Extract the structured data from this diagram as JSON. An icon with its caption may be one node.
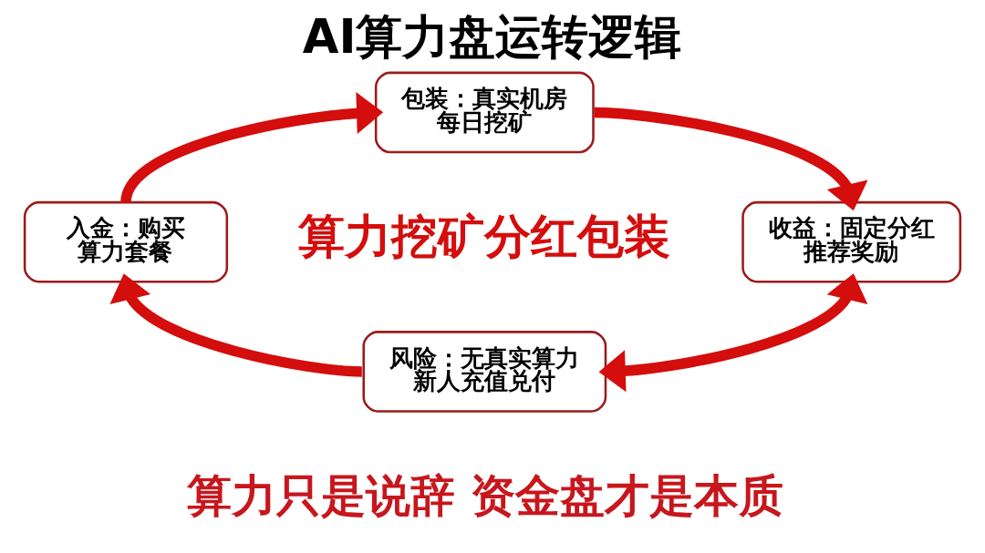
{
  "diagram": {
    "title": "AI算力盘运转逻辑",
    "caption": "算力只是说辞 资金盘才是本质",
    "nodes": [
      {
        "text": [
          "入金：购买算力套餐"
        ]
      },
      {
        "text": [
          "包装：真实机房每日挖矿"
        ]
      },
      {
        "text": [
          "收益：固定分红推荐奖励"
        ]
      },
      {
        "text": [
          "风险：无真实算力新人充值兑付"
        ]
      }
    ],
    "edges": [
      {
        "from": 0,
        "to": 1,
        "arrow": "to"
      },
      {
        "from": 1,
        "to": 2,
        "arrow": "to"
      },
      {
        "from": 2,
        "to": 3,
        "arrow": "both"
      },
      {
        "from": 3,
        "to": 0,
        "arrow": "to"
      }
    ],
    "labels": [
      "算力挖矿分红包装"
    ]
  }
}
